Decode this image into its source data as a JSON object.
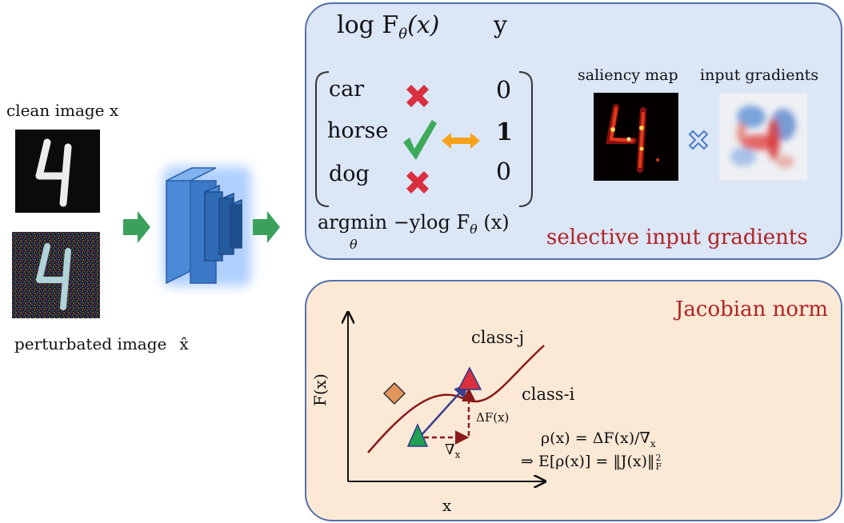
{
  "left": {
    "clean_label": "clean image x",
    "perturbed_label": "perturbated image",
    "perturbed_symbol": "x̂"
  },
  "top_panel": {
    "logit_label": "log F",
    "logit_sub": "θ",
    "logit_arg": "(x)",
    "y_label": "y",
    "classes": [
      {
        "name": "car",
        "mark": "cross",
        "value": "0"
      },
      {
        "name": "horse",
        "mark": "check",
        "value": "1"
      },
      {
        "name": "dog",
        "mark": "cross",
        "value": "0"
      }
    ],
    "loss_prefix": "argmin",
    "loss_sub": "θ",
    "loss_expr": "−ylog F",
    "loss_expr_sub": "θ",
    "loss_expr_arg": " (x)",
    "saliency_label": "saliency map",
    "gradients_label": "input gradients",
    "title": "selective input gradients",
    "colors": {
      "check": "#3daa5a",
      "cross": "#d92f3f",
      "arrow": "#f7a21b"
    }
  },
  "bottom_panel": {
    "title": "Jacobian norm",
    "x_axis_label": "x",
    "y_axis_label": "F(x)",
    "class_j": "class-j",
    "class_i": "class-i",
    "delta_f": "ΔF(x)",
    "nabla_x": "∇",
    "nabla_sub": "x",
    "eq1": "ρ(x) = ΔF(x)/∇",
    "eq1_sub": "x",
    "eq2": "⇒ E[ρ(x)] = ‖J(x)‖",
    "eq2_sup": "2",
    "eq2_sub": "F",
    "colors": {
      "curve": "#8b1a1a",
      "green": "#20a050",
      "red": "#d92f3f",
      "diamond": "#e0955a",
      "arrow": "#3a3f8f"
    }
  }
}
